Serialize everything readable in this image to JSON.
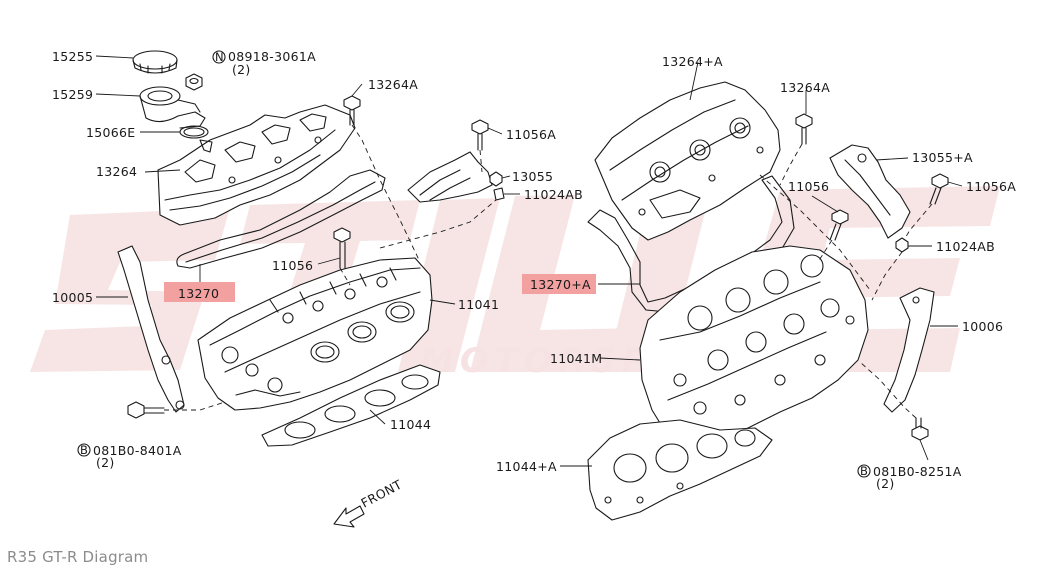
{
  "watermark": {
    "text": "STILLEN",
    "tagline": "MOTORSPORTS",
    "color": "#f3dada"
  },
  "caption": "R35 GT-R Diagram",
  "highlight_color": "#f2a0a0",
  "front_label": "FRONT",
  "labels": {
    "p15255": "15255",
    "p08918": "08918-3061A",
    "p08918_qty": "(2)",
    "p08918_prefix": "N",
    "p15259": "15259",
    "p13264A_left": "13264A",
    "p15066E": "15066E",
    "p11056A_mid": "11056A",
    "p13264": "13264",
    "p13055": "13055",
    "p11024AB_mid": "11024AB",
    "p11056_mid": "11056",
    "p13270": "13270",
    "p10005": "10005",
    "p11041": "11041",
    "p11044": "11044",
    "p081B0_left": "081B0-8401A",
    "p081B0_left_qty": "(2)",
    "p081B0_left_prefix": "B",
    "p13264A_plus": "13264+A",
    "p13264A_right": "13264A",
    "p13055A": "13055+A",
    "p11056A_right": "11056A",
    "p11056_right": "11056",
    "p11024AB_right": "11024AB",
    "p13270A": "13270+A",
    "p10006": "10006",
    "p11041M": "11041M",
    "p11044A": "11044+A",
    "p081B0_right": "081B0-8251A",
    "p081B0_right_qty": "(2)",
    "p081B0_right_prefix": "B"
  }
}
